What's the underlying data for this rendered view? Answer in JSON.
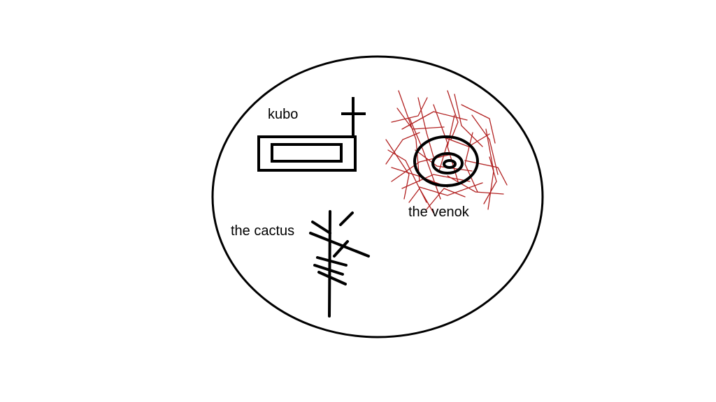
{
  "labels": {
    "kubo": "kubo",
    "venok": "the venok",
    "cactus": "the cactus"
  },
  "colors": {
    "ink": "#000000",
    "scribble": "#b22222",
    "background": "#ffffff"
  },
  "icons": {
    "kubo": "rectangle-with-cross-icon",
    "venok": "concentric-circles-with-red-scribbles-icon",
    "cactus": "branching-stick-icon"
  }
}
